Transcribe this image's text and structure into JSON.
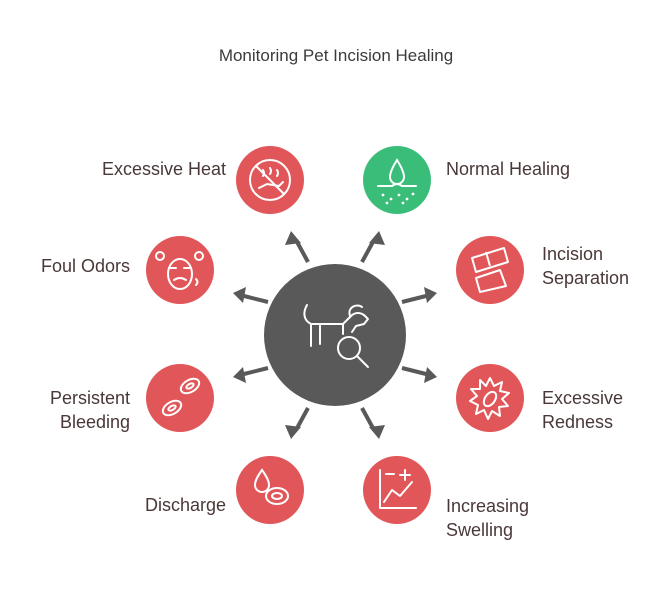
{
  "title": "Monitoring Pet Incision Healing",
  "center": {
    "icon": "dog-magnifier-icon",
    "color": "#595959"
  },
  "colors": {
    "alert": "#e15759",
    "normal": "#3bbd7a",
    "arrow": "#595959",
    "icon_stroke": "#ffffff"
  },
  "nodes": [
    {
      "key": "excessive_heat",
      "label": "Excessive Heat",
      "icon": "no-heat-hand-icon",
      "status": "alert"
    },
    {
      "key": "normal_healing",
      "label": "Normal Healing",
      "icon": "drop-skin-icon",
      "status": "normal"
    },
    {
      "key": "foul_odors",
      "label": "Foul Odors",
      "icon": "smelly-face-icon",
      "status": "alert"
    },
    {
      "key": "incision_separation",
      "label": "Incision Separation",
      "icon": "bandage-icon",
      "status": "alert"
    },
    {
      "key": "persistent_bleeding",
      "label": "Persistent Bleeding",
      "icon": "blood-cells-icon",
      "status": "alert"
    },
    {
      "key": "excessive_redness",
      "label": "Excessive Redness",
      "icon": "inflamed-skin-icon",
      "status": "alert"
    },
    {
      "key": "discharge",
      "label": "Discharge",
      "icon": "discharge-drop-icon",
      "status": "alert"
    },
    {
      "key": "increasing_swelling",
      "label": "Increasing Swelling",
      "icon": "swelling-chart-icon",
      "status": "alert"
    }
  ]
}
